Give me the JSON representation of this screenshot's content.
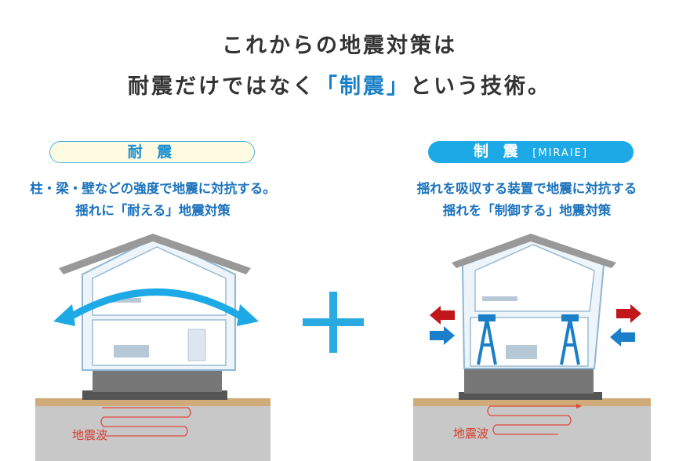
{
  "headline": {
    "line1": "これからの地震対策は",
    "line2_prefix": "耐震だけではなく",
    "line2_highlight": "「制震」",
    "line2_suffix": "という技術。"
  },
  "left_panel": {
    "label": "耐 震",
    "desc_line1": "柱・梁・壁などの強度で地震に対抗する。",
    "desc_line2": "揺れに「耐える」地震対策",
    "wave_label": "地震波"
  },
  "right_panel": {
    "label": "制 震",
    "label_sub": "[MIRAIE]",
    "desc_line1": "揺れを吸収する装置で地震に対抗する",
    "desc_line2": "揺れを「制御する」地震対策",
    "wave_label": "地震波"
  },
  "colors": {
    "accent_blue": "#1ca9e6",
    "text_blue": "#1a72bd",
    "red_arrow": "#c0161c",
    "blue_arrow": "#1a7fc8"
  }
}
